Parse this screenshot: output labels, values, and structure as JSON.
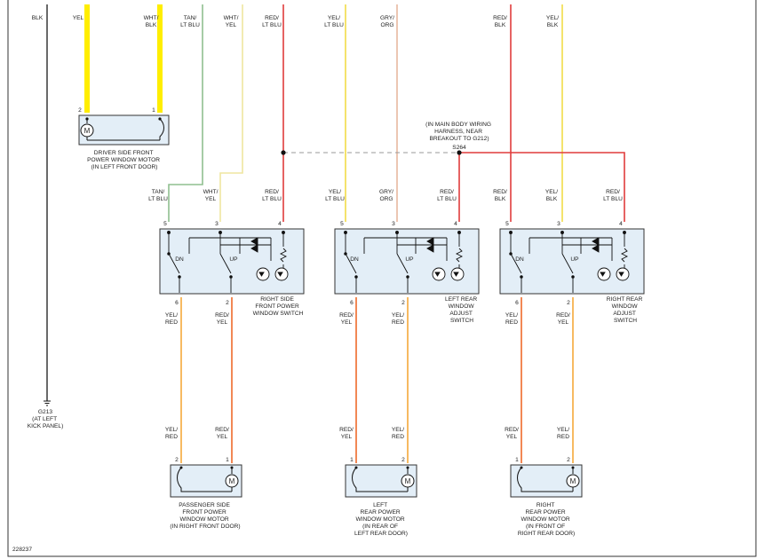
{
  "top_labels": {
    "blk": "BLK",
    "yel": "YEL",
    "wht_blk": [
      "WHT/",
      "BLK"
    ],
    "tan_ltblu": [
      "TAN/",
      "LT BLU"
    ],
    "wht_yel": [
      "WHT/",
      "YEL"
    ],
    "red_ltblu_1": [
      "RED/",
      "LT BLU"
    ],
    "yel_ltblu": [
      "YEL/",
      "LT BLU"
    ],
    "gry_org": [
      "GRY/",
      "ORG"
    ],
    "red_blk": [
      "RED/",
      "BLK"
    ],
    "yel_blk": [
      "YEL/",
      "BLK"
    ]
  },
  "driver_motor": {
    "pin_left": "2",
    "pin_right": "1",
    "motor_symbol": "M",
    "caption": [
      "DRIVER SIDE FRONT",
      "POWER WINDOW MOTOR",
      "(IN LEFT FRONT DOOR)"
    ]
  },
  "splice": {
    "note": [
      "(IN MAIN BODY WIRING",
      "HARNESS, NEAR",
      "BREAKOUT TO G212)"
    ],
    "id": "S264"
  },
  "switches": [
    {
      "wire_labels_top": [
        [
          "TAN/",
          "LT BLU"
        ],
        [
          "WHT/",
          "YEL"
        ],
        [
          "RED/",
          "LT BLU"
        ]
      ],
      "pins_top": [
        "5",
        "3",
        "4"
      ],
      "dn_label": "DN",
      "up_label": "UP",
      "pins_bottom": [
        "6",
        "2"
      ],
      "caption": [
        "RIGHT SIDE",
        "FRONT POWER",
        "WINDOW SWITCH"
      ],
      "wire_labels_bottom": [
        [
          "YEL/",
          "RED"
        ],
        [
          "RED/",
          "YEL"
        ]
      ]
    },
    {
      "wire_labels_top": [
        [
          "YEL/",
          "LT BLU"
        ],
        [
          "GRY/",
          "ORG"
        ],
        [
          "RED/",
          "LT BLU"
        ]
      ],
      "pins_top": [
        "5",
        "3",
        "4"
      ],
      "dn_label": "DN",
      "up_label": "UP",
      "pins_bottom": [
        "6",
        "2"
      ],
      "caption": [
        "LEFT REAR",
        "WINDOW",
        "ADJUST",
        "SWITCH"
      ],
      "wire_labels_bottom": [
        [
          "RED/",
          "YEL"
        ],
        [
          "YEL/",
          "RED"
        ]
      ]
    },
    {
      "wire_labels_top": [
        [
          "RED/",
          "BLK"
        ],
        [
          "YEL/",
          "BLK"
        ],
        [
          "RED/",
          "LT BLU"
        ]
      ],
      "pins_top": [
        "5",
        "3",
        "4"
      ],
      "dn_label": "DN",
      "up_label": "UP",
      "pins_bottom": [
        "6",
        "2"
      ],
      "caption": [
        "RIGHT REAR",
        "WINDOW",
        "ADJUST",
        "SWITCH"
      ],
      "wire_labels_bottom": [
        [
          "YEL/",
          "RED"
        ],
        [
          "RED/",
          "YEL"
        ]
      ]
    }
  ],
  "motors": [
    {
      "wire_labels": [
        [
          "YEL/",
          "RED"
        ],
        [
          "RED/",
          "YEL"
        ]
      ],
      "pins": [
        "2",
        "1"
      ],
      "motor_symbol": "M",
      "caption": [
        "PASSENGER SIDE",
        "FRONT POWER",
        "WINDOW MOTOR",
        "(IN RIGHT FRONT DOOR)"
      ]
    },
    {
      "wire_labels": [
        [
          "RED/",
          "YEL"
        ],
        [
          "YEL/",
          "RED"
        ]
      ],
      "pins": [
        "1",
        "2"
      ],
      "motor_symbol": "M",
      "caption": [
        "LEFT",
        "REAR POWER",
        "WINDOW MOTOR",
        "(IN REAR OF",
        "LEFT REAR DOOR)"
      ]
    },
    {
      "wire_labels": [
        [
          "RED/",
          "YEL"
        ],
        [
          "YEL/",
          "RED"
        ]
      ],
      "pins": [
        "1",
        "2"
      ],
      "motor_symbol": "M",
      "caption": [
        "RIGHT",
        "REAR POWER",
        "WINDOW MOTOR",
        "(IN FRONT OF",
        "RIGHT REAR DOOR)"
      ]
    }
  ],
  "ground": {
    "id": "G213",
    "location": [
      "(AT LEFT",
      "KICK PANEL)"
    ]
  },
  "figure_number": "228237",
  "colors": {
    "black": "#444444",
    "yellow_bright": "#ffee00",
    "yellow": "#f2dc48",
    "red": "#e03c3c",
    "tan_blue": "#8fbf8f",
    "white_yellow": "#efe6a0",
    "gray_orange": "#e8b8a0",
    "orange_red": "#ef6a2a",
    "orange_yellow": "#f5a93a",
    "component_fill": "#e3eef7"
  }
}
